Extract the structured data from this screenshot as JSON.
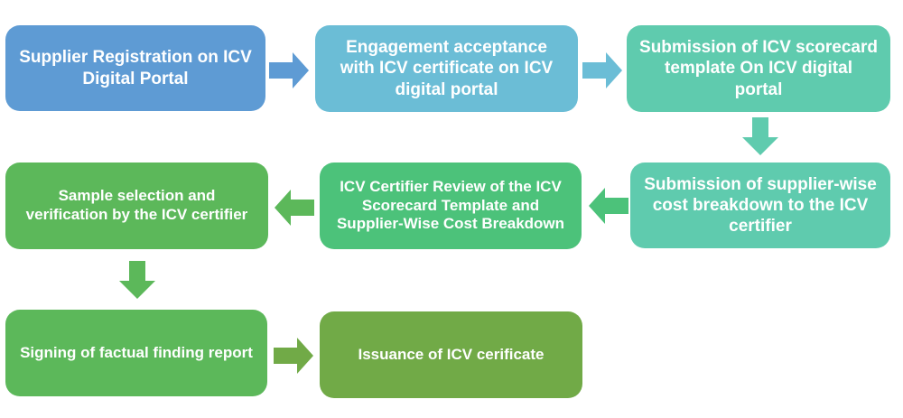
{
  "diagram": {
    "type": "process-flowchart",
    "steps": [
      {
        "id": 1,
        "label": "Supplier Registration on ICV Digital Portal",
        "color": "#5e9bd4"
      },
      {
        "id": 2,
        "label": "Engagement  acceptance with ICV certificate on ICV digital portal",
        "color": "#6bbdd6"
      },
      {
        "id": 3,
        "label": "Submission of ICV scorecard template On ICV digital portal",
        "color": "#5fcbae"
      },
      {
        "id": 4,
        "label": "Submission of supplier-wise cost breakdown to the ICV certifier",
        "color": "#5fcbae"
      },
      {
        "id": 5,
        "label": "ICV Certifier Review of the ICV Scorecard Template and Supplier-Wise Cost Breakdown",
        "color": "#4cc27a"
      },
      {
        "id": 6,
        "label": "Sample selection and verification by the ICV certifier",
        "color": "#5cb85a"
      },
      {
        "id": 7,
        "label": "Signing of factual finding report",
        "color": "#5cb85a"
      },
      {
        "id": 8,
        "label": "Issuance of ICV cerificate",
        "color": "#71aa47"
      }
    ],
    "connections": [
      {
        "from": 1,
        "to": 2,
        "direction": "right",
        "color": "#5e9bd4"
      },
      {
        "from": 2,
        "to": 3,
        "direction": "right",
        "color": "#6bbdd6"
      },
      {
        "from": 3,
        "to": 4,
        "direction": "down",
        "color": "#5fcbae"
      },
      {
        "from": 4,
        "to": 5,
        "direction": "left",
        "color": "#4cc27a"
      },
      {
        "from": 5,
        "to": 6,
        "direction": "left",
        "color": "#5cb85a"
      },
      {
        "from": 6,
        "to": 7,
        "direction": "down",
        "color": "#5cb85a"
      },
      {
        "from": 7,
        "to": 8,
        "direction": "right",
        "color": "#71aa47"
      }
    ]
  }
}
